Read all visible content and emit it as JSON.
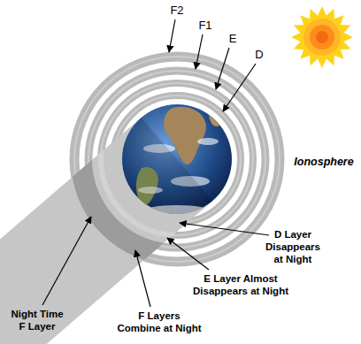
{
  "diagram": {
    "labels": [
      "F2",
      "F1",
      "E",
      "D",
      "Ionosphere",
      "D Layer Disappears at Night",
      "E Layer Almost Disappears at Night",
      "F Layers Combine at Night",
      "Night Time F Layer"
    ]
  }
}
